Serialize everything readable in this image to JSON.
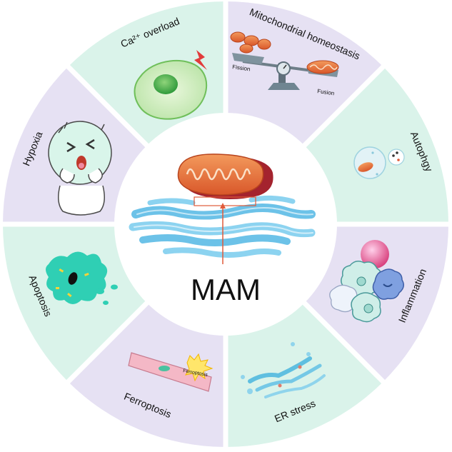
{
  "center": {
    "label": "MAM"
  },
  "segments": [
    {
      "id": "ca-overload",
      "label": "Ca²⁺ overload",
      "color": "#daf3ea"
    },
    {
      "id": "mito-homeostasis",
      "label": "Mitochondrial homeostasis",
      "color": "#e6e1f3"
    },
    {
      "id": "autophagy",
      "label": "Autophgy",
      "color": "#daf3ea"
    },
    {
      "id": "inflammation",
      "label": "Inflammation",
      "color": "#e6e1f3"
    },
    {
      "id": "er-stress",
      "label": "ER stress",
      "color": "#daf3ea"
    },
    {
      "id": "ferroptosis",
      "label": "Ferroptosis",
      "color": "#e6e1f3"
    },
    {
      "id": "apoptosis",
      "label": "Apoptosis",
      "color": "#daf3ea"
    },
    {
      "id": "hypoxia",
      "label": "Hypoxia",
      "color": "#e6e1f3"
    }
  ],
  "mito_scale": {
    "fission_label": "Fission",
    "fusion_label": "Fusion"
  },
  "ferroptosis_tag": "Ferroptosis"
}
